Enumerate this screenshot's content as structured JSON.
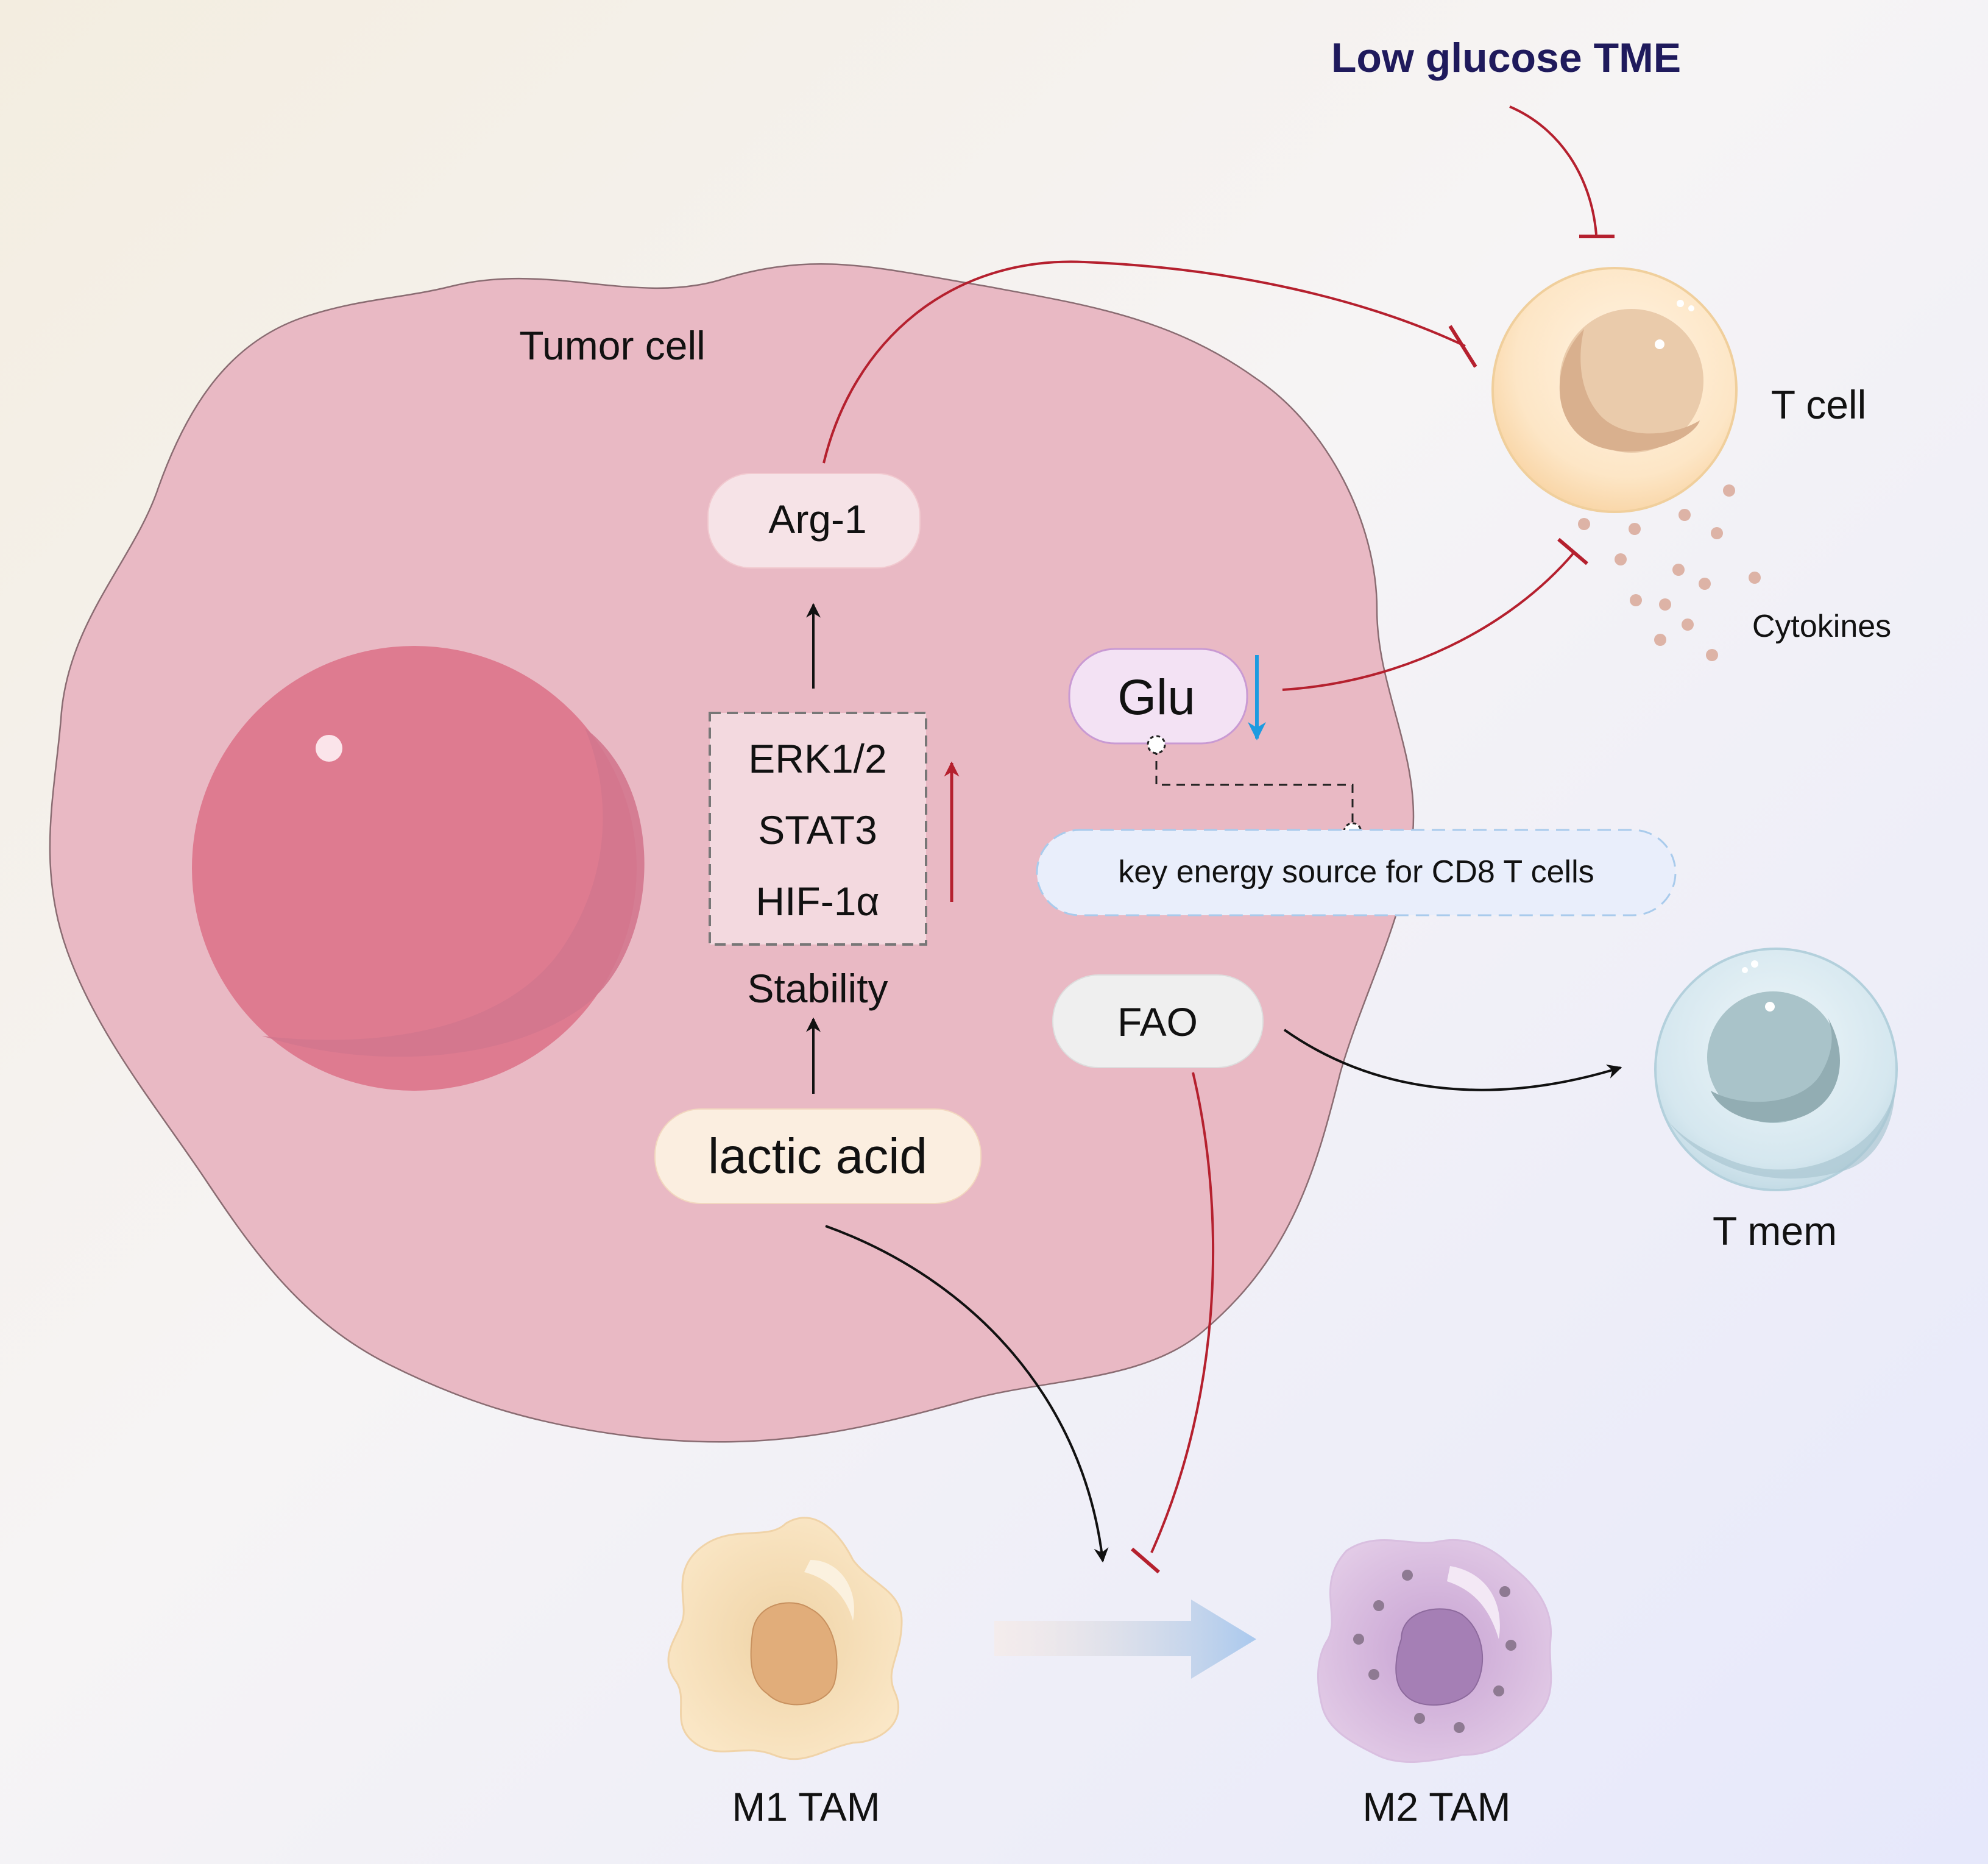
{
  "labels": {
    "low_glucose": "Low glucose TME",
    "tumor_cell": "Tumor cell",
    "t_cell": "T cell",
    "cytokines": "Cytokines",
    "arg1": "Arg-1",
    "erk": "ERK1/2",
    "stat3": "STAT3",
    "hif": "HIF-1α",
    "stability": "Stability",
    "lactic_acid": "lactic acid",
    "glu": "Glu",
    "key_energy": "key energy source for CD8 T cells",
    "fao": "FAO",
    "t_mem": "T mem",
    "m1_tam": "M1 TAM",
    "m2_tam": "M2 TAM"
  },
  "colors": {
    "inhibit": "#b5202e",
    "activate": "#111111",
    "title": "#1f1a5c",
    "glucose_down": "#1d9be0",
    "tumor_fill": "#e9b9c4",
    "nucleus": "#de7b90",
    "t_cell": "#fbe0b8",
    "t_mem": "#cfe3ec",
    "m1_tam": "#f7e1bc",
    "m2_tam": "#d6b9dc"
  }
}
